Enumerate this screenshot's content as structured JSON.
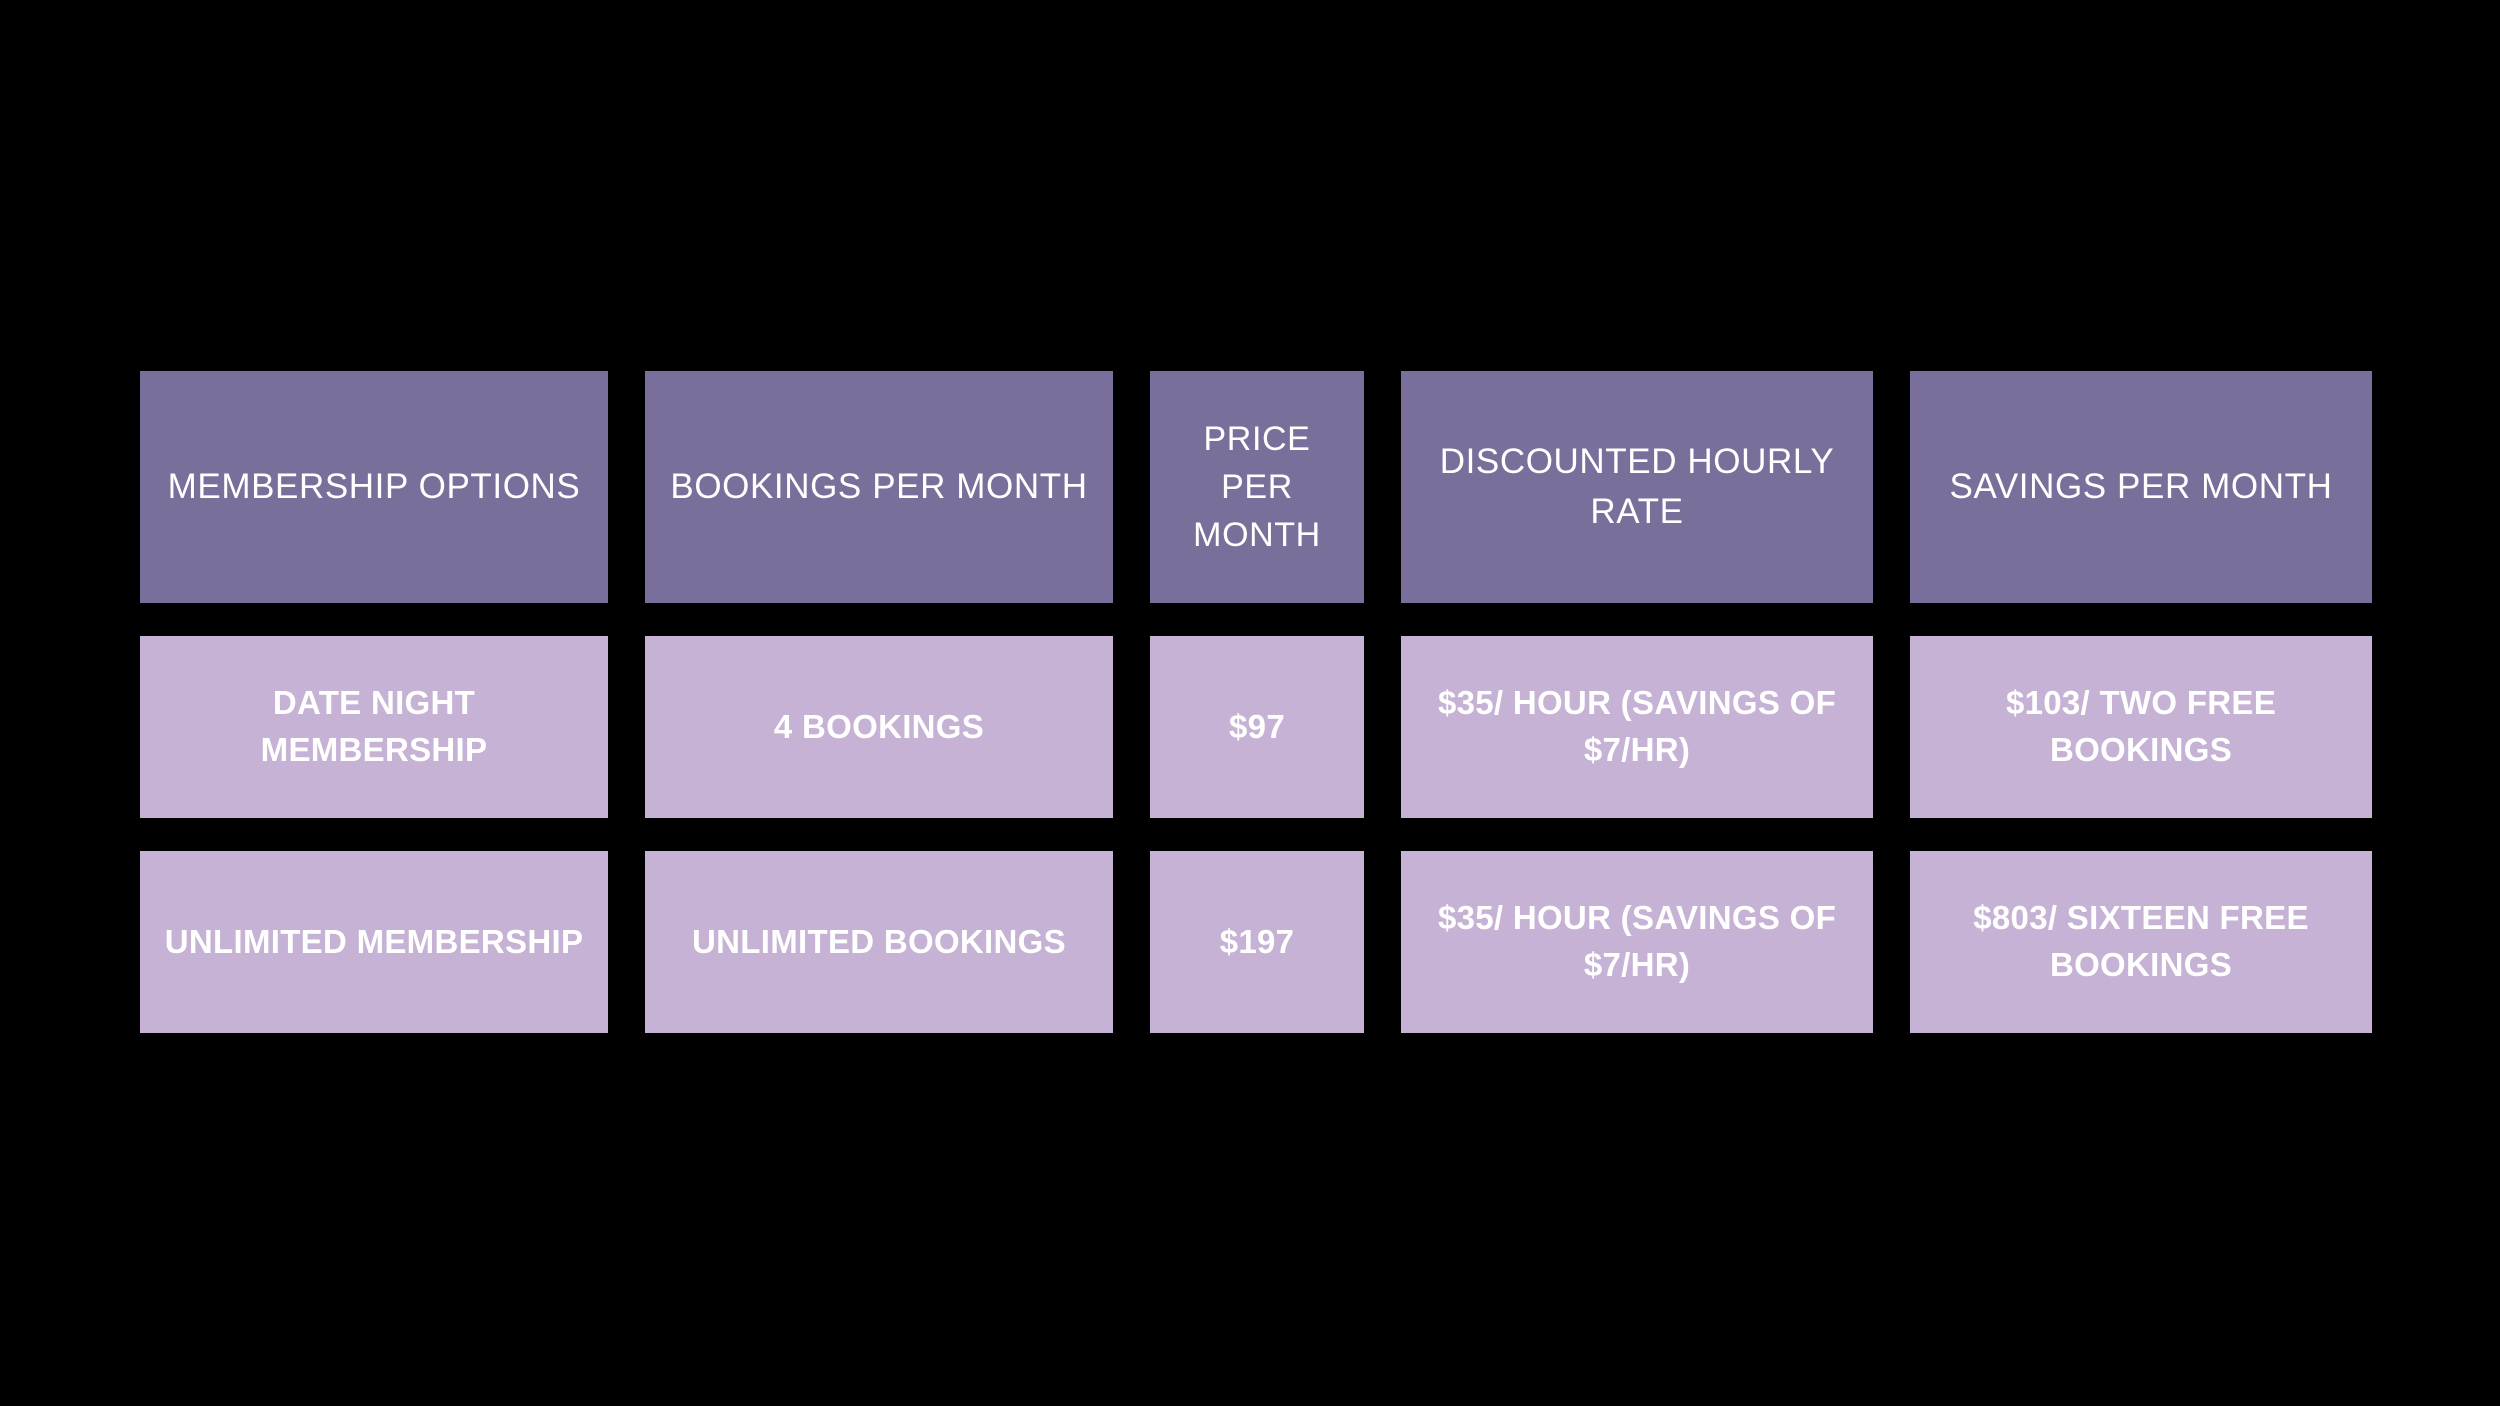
{
  "background_color": "#000000",
  "theme": {
    "header_cell_color": "#7a6f9b",
    "body_cell_color": "#c5b2d5",
    "text_color": "#ffffff"
  },
  "table": {
    "headers": [
      "MEMBERSHIP OPTIONS",
      "BOOKINGS PER MONTH",
      "PRICE PER MONTH",
      "DISCOUNTED HOURLY RATE",
      "SAVINGS PER MONTH"
    ],
    "rows": [
      {
        "membership_option": "DATE NIGHT MEMBERSHIP",
        "bookings_per_month": "4 BOOKINGS",
        "price_per_month": "$97",
        "discounted_hourly_rate": "$35/ HOUR (SAVINGS OF $7/HR)",
        "savings_per_month": "$103/ TWO FREE BOOKINGS"
      },
      {
        "membership_option": "UNLIMITED MEMBERSHIP",
        "bookings_per_month": "UNLIMITED BOOKINGS",
        "price_per_month": "$197",
        "discounted_hourly_rate": "$35/ HOUR (SAVINGS OF $7/HR)",
        "savings_per_month": "$803/ SIXTEEN FREE BOOKINGS"
      }
    ]
  }
}
